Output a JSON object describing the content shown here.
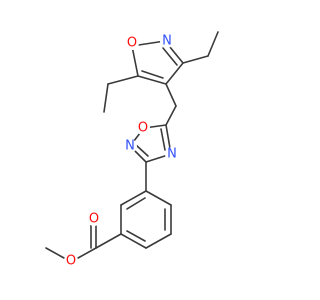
{
  "molecule": {
    "atoms": [
      {
        "id": "isox_O",
        "element": "O"
      },
      {
        "id": "isox_N",
        "element": "N"
      },
      {
        "id": "oxd_O",
        "element": "O"
      },
      {
        "id": "oxd_N2",
        "element": "N"
      },
      {
        "id": "oxd_N4",
        "element": "N"
      },
      {
        "id": "ester_O_carbonyl",
        "element": "O"
      },
      {
        "id": "ester_O_methoxy",
        "element": "O"
      }
    ]
  },
  "colors": {
    "bond": "#3a3a3a",
    "oxygen": "#ff0d0d",
    "nitrogen": "#3050f8"
  }
}
